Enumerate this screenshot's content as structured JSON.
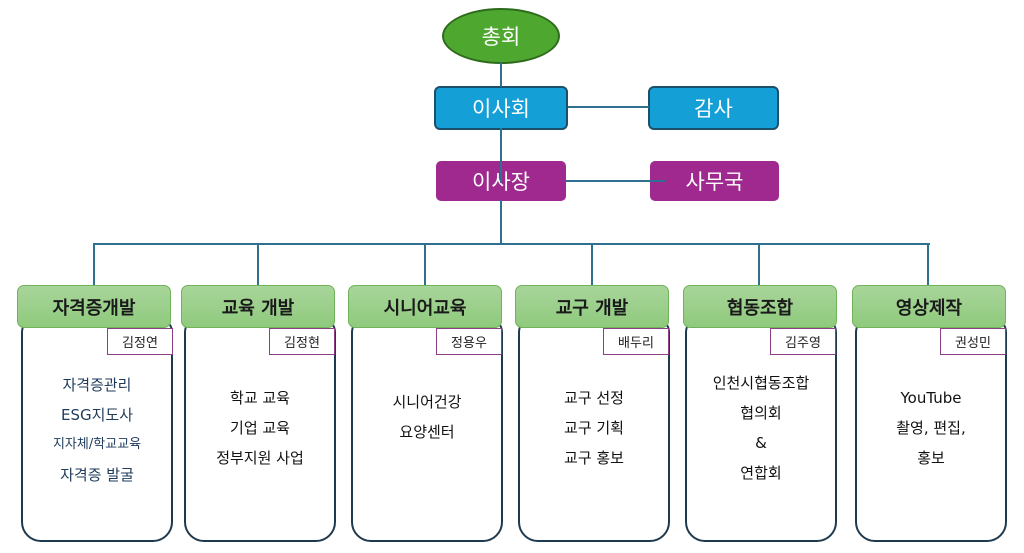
{
  "top": {
    "general_assembly": "총회",
    "board": "이사회",
    "auditor": "감사",
    "chairman": "이사장",
    "secretariat": "사무국"
  },
  "colors": {
    "ellipse": "#4ea72e",
    "board": "#149fd6",
    "chairman": "#a0298f",
    "header_green": "#a8d59a",
    "connector": "#2f6f8f"
  },
  "departments": [
    {
      "title": "자격증개발",
      "manager": "김정연",
      "items": [
        "자격증관리",
        "ESG지도사",
        "지자체/학교교육",
        "자격증 발굴"
      ]
    },
    {
      "title": "교육 개발",
      "manager": "김정현",
      "items": [
        "학교 교육",
        "기업 교육",
        "정부지원 사업"
      ]
    },
    {
      "title": "시니어교육",
      "manager": "정용우",
      "items": [
        "시니어건강",
        "요양센터"
      ]
    },
    {
      "title": "교구 개발",
      "manager": "배두리",
      "items": [
        "교구 선정",
        "교구 기획",
        "교구 홍보"
      ]
    },
    {
      "title": "협동조합",
      "manager": "김주영",
      "items": [
        "인천시협동조합",
        "협의회",
        "&",
        "연합회"
      ]
    },
    {
      "title": "영상제작",
      "manager": "권성민",
      "items": [
        "YouTube",
        "촬영, 편집,",
        "홍보"
      ]
    }
  ]
}
